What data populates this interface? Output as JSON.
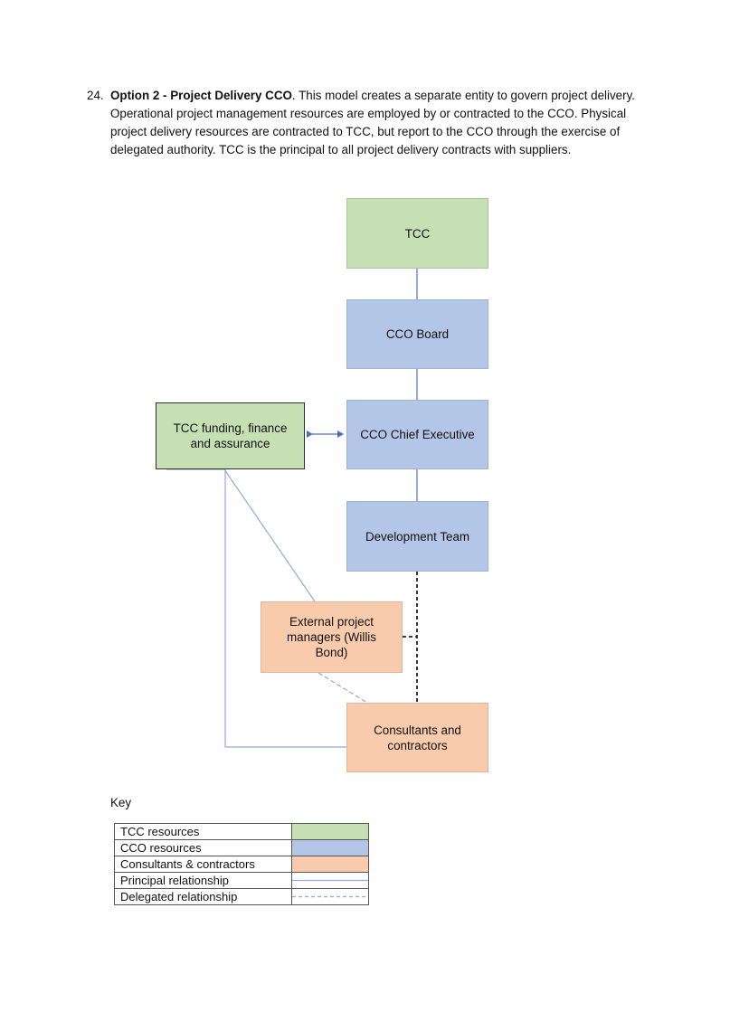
{
  "paragraph": {
    "number": "24.",
    "bold_lead": "Option 2 - Project Delivery CCO",
    "text": ". This model creates a separate entity to govern project delivery. Operational project management resources are employed by or contracted to the CCO. Physical project delivery resources are contracted to TCC, but report to the CCO through the exercise of delegated authority. TCC is the principal to all project delivery contracts with suppliers."
  },
  "diagram": {
    "tcc": "TCC",
    "cco_board": "CCO Board",
    "cco_chief_executive": "CCO Chief Executive",
    "development_team": "Development Team",
    "tcc_funding": "TCC funding, finance and assurance",
    "external_pm": "External project managers (Willis Bond)",
    "consultants": "Consultants and contractors"
  },
  "key": {
    "title": "Key",
    "rows": [
      {
        "label": "TCC resources",
        "swatch": "fill",
        "color": "#c6e0b4"
      },
      {
        "label": "CCO resources",
        "swatch": "fill",
        "color": "#b4c6e7"
      },
      {
        "label": "Consultants & contractors",
        "swatch": "fill",
        "color": "#f8cbad"
      },
      {
        "label": "Principal relationship",
        "swatch": "solid-line",
        "color": "#8faadc"
      },
      {
        "label": "Delegated relationship",
        "swatch": "dashed-line",
        "color": "#8faadc"
      }
    ]
  },
  "colors": {
    "tcc_green": "#c6e0b4",
    "cco_blue": "#b4c6e7",
    "consultant_orange": "#f8cbad",
    "line_blue": "#8faadc"
  }
}
